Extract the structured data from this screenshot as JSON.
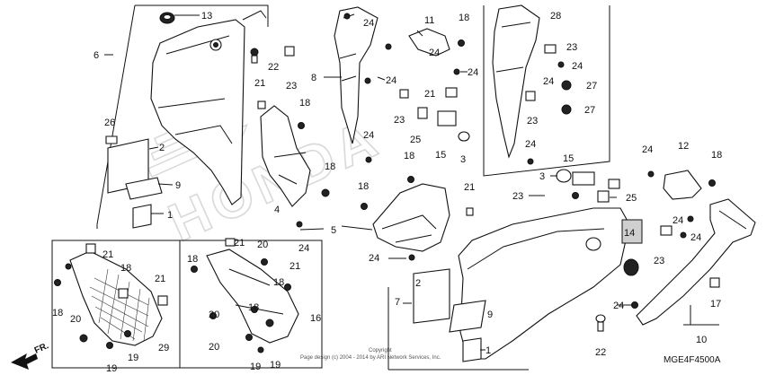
{
  "diagram": {
    "watermark": "HONDA",
    "diagram_code": "MGE4F4500A",
    "direction_label": "FR.",
    "copyright_line1": "Copyright",
    "copyright_line2": "Page design (c) 2004 - 2014 by ARI Network Services, Inc.",
    "callouts": [
      {
        "id": "c13",
        "label": "13"
      },
      {
        "id": "c6",
        "label": "6"
      },
      {
        "id": "c22a",
        "label": "22"
      },
      {
        "id": "c23a",
        "label": "23"
      },
      {
        "id": "c21a",
        "label": "21"
      },
      {
        "id": "c26",
        "label": "26"
      },
      {
        "id": "c2a",
        "label": "2"
      },
      {
        "id": "c9a",
        "label": "9"
      },
      {
        "id": "c1a",
        "label": "1"
      },
      {
        "id": "c24a",
        "label": "24"
      },
      {
        "id": "c8",
        "label": "8"
      },
      {
        "id": "c24b",
        "label": "24"
      },
      {
        "id": "c18a",
        "label": "18"
      },
      {
        "id": "c24c",
        "label": "24"
      },
      {
        "id": "c18b",
        "label": "18"
      },
      {
        "id": "c4",
        "label": "4"
      },
      {
        "id": "c24d",
        "label": "24"
      },
      {
        "id": "c11",
        "label": "11"
      },
      {
        "id": "c18c",
        "label": "18"
      },
      {
        "id": "c24e",
        "label": "24"
      },
      {
        "id": "c24f",
        "label": "24"
      },
      {
        "id": "c21b",
        "label": "21"
      },
      {
        "id": "c23b",
        "label": "23"
      },
      {
        "id": "c25a",
        "label": "25"
      },
      {
        "id": "c15a",
        "label": "15"
      },
      {
        "id": "c3a",
        "label": "3"
      },
      {
        "id": "c18d",
        "label": "18"
      },
      {
        "id": "c18e",
        "label": "18"
      },
      {
        "id": "c5",
        "label": "5"
      },
      {
        "id": "c21c",
        "label": "21"
      },
      {
        "id": "c24g",
        "label": "24"
      },
      {
        "id": "c28",
        "label": "28"
      },
      {
        "id": "c23c",
        "label": "23"
      },
      {
        "id": "c24h",
        "label": "24"
      },
      {
        "id": "c24i",
        "label": "24"
      },
      {
        "id": "c27a",
        "label": "27"
      },
      {
        "id": "c23d",
        "label": "23"
      },
      {
        "id": "c27b",
        "label": "27"
      },
      {
        "id": "c24j",
        "label": "24"
      },
      {
        "id": "c3b",
        "label": "3"
      },
      {
        "id": "c15b",
        "label": "15"
      },
      {
        "id": "c23e",
        "label": "23"
      },
      {
        "id": "c25b",
        "label": "25"
      },
      {
        "id": "c24k",
        "label": "24"
      },
      {
        "id": "c12",
        "label": "12"
      },
      {
        "id": "c18f",
        "label": "18"
      },
      {
        "id": "c24l",
        "label": "24"
      },
      {
        "id": "c24m",
        "label": "24"
      },
      {
        "id": "c14",
        "label": "14"
      },
      {
        "id": "c23f",
        "label": "23"
      },
      {
        "id": "c17",
        "label": "17"
      },
      {
        "id": "c7",
        "label": "7"
      },
      {
        "id": "c2b",
        "label": "2"
      },
      {
        "id": "c9b",
        "label": "9"
      },
      {
        "id": "c1b",
        "label": "1"
      },
      {
        "id": "c24n",
        "label": "24"
      },
      {
        "id": "c22b",
        "label": "22"
      },
      {
        "id": "c10",
        "label": "10"
      },
      {
        "id": "c21d",
        "label": "21"
      },
      {
        "id": "c18g",
        "label": "18"
      },
      {
        "id": "c21e",
        "label": "21"
      },
      {
        "id": "c18h",
        "label": "18"
      },
      {
        "id": "c20a",
        "label": "20"
      },
      {
        "id": "c29",
        "label": "29"
      },
      {
        "id": "c19a",
        "label": "19"
      },
      {
        "id": "c19b",
        "label": "19"
      },
      {
        "id": "c21f",
        "label": "21"
      },
      {
        "id": "c20b",
        "label": "20"
      },
      {
        "id": "c18i",
        "label": "18"
      },
      {
        "id": "c21g",
        "label": "21"
      },
      {
        "id": "c18j",
        "label": "18"
      },
      {
        "id": "c16",
        "label": "16"
      },
      {
        "id": "c20c",
        "label": "20"
      },
      {
        "id": "c20d",
        "label": "20"
      },
      {
        "id": "c19c",
        "label": "19"
      },
      {
        "id": "c19d",
        "label": "19"
      },
      {
        "id": "c18k",
        "label": "18"
      }
    ]
  }
}
